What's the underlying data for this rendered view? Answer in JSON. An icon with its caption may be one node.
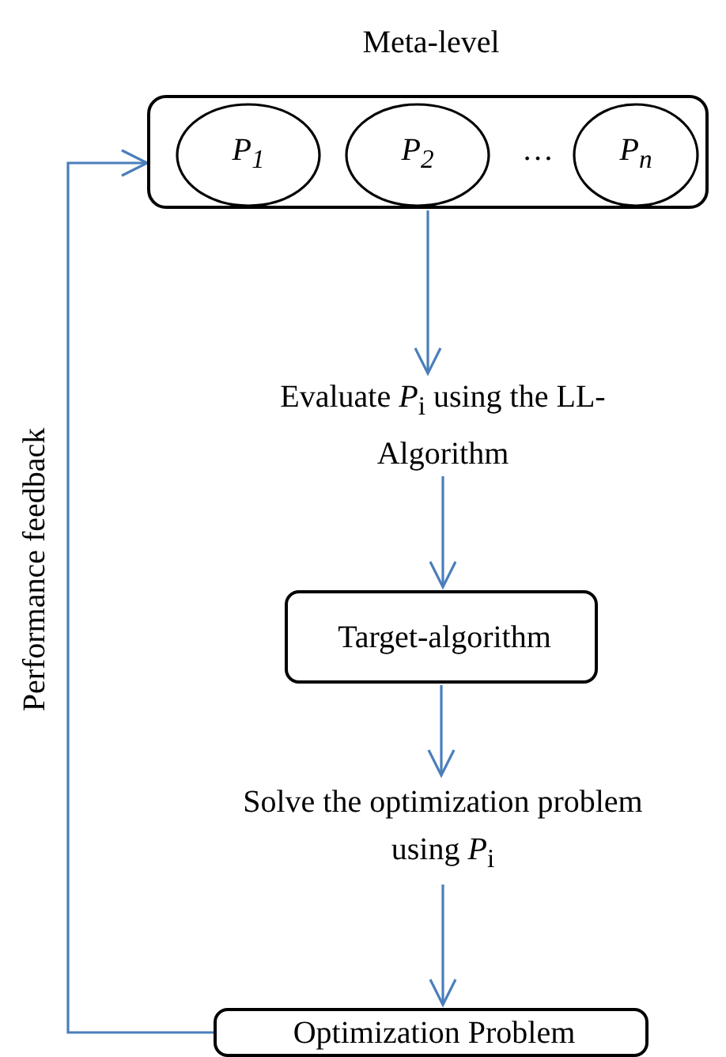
{
  "diagram": {
    "nodes": [
      {
        "text": [
          "Meta-level"
        ]
      },
      {
        "text": [
          "P$_{1}$"
        ],
        "in": 0
      },
      {
        "text": [
          "P$_{2}$"
        ],
        "in": 0
      },
      {
        "text": [
          "P$_{n}$"
        ],
        "in": 0
      },
      {
        "text": [
          "Evaluate *P*$_{i}$ using the LL-Algorithm"
        ]
      },
      {
        "text": [
          "Target-algorithm"
        ]
      },
      {
        "text": [
          "Solve the optimization problem using *P*$_{i}$"
        ]
      },
      {
        "text": [
          "Optimization Problem"
        ]
      }
    ],
    "edges": [
      {
        "from": 0,
        "to": 4,
        "arrow": "to"
      },
      {
        "from": 4,
        "to": 5,
        "arrow": "to"
      },
      {
        "from": 5,
        "to": 6,
        "arrow": "to"
      },
      {
        "from": 6,
        "to": 7,
        "arrow": "to"
      },
      {
        "from": 7,
        "to": 0,
        "arrow": "to",
        "label": "Performance feedback"
      }
    ],
    "labels": [
      "…"
    ]
  }
}
